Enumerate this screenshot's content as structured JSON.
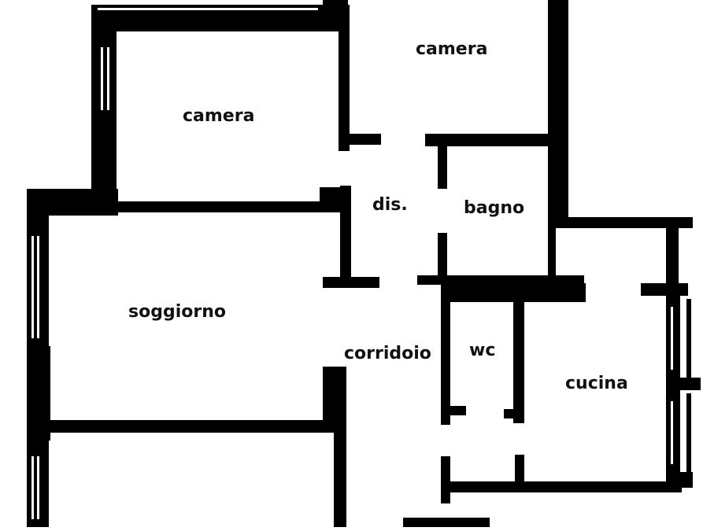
{
  "plan": {
    "rooms": [
      {
        "id": "camera-top",
        "label": "camera"
      },
      {
        "id": "camera-left",
        "label": "camera"
      },
      {
        "id": "dis",
        "label": "dis."
      },
      {
        "id": "bagno",
        "label": "bagno"
      },
      {
        "id": "soggiorno",
        "label": "soggiorno"
      },
      {
        "id": "corridoio",
        "label": "corridoio"
      },
      {
        "id": "wc",
        "label": "wc"
      },
      {
        "id": "cucina",
        "label": "cucina"
      }
    ],
    "wall_color": "#000000",
    "background_color": "#ffffff"
  }
}
